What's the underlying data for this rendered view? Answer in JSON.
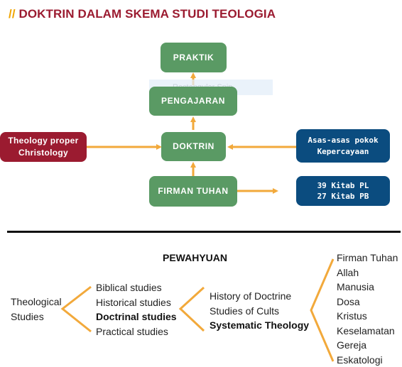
{
  "title": {
    "prefix": "//",
    "text": "DOKTRIN DALAM SKEMA STUDI TEOLOGIA"
  },
  "boxes": {
    "praktik": "PRAKTIK",
    "pengajaran": "PENGAJARAN",
    "doktrin": "DOKTRIN",
    "firman": "FIRMAN TUHAN",
    "theology_line1": "Theology proper",
    "theology_line2": "Christology",
    "asas_line1": "Asas-asas pokok",
    "asas_line2": "Kepercayaan",
    "kitab_line1": "39 Kitab PL",
    "kitab_line2": "27 Kitab PB"
  },
  "ghost_label": "Rectangular Snip",
  "pewahyuan": "PEWAHYUAN",
  "theological_studies": [
    "Theological",
    "Studies"
  ],
  "studies_column": [
    "Biblical studies",
    "Historical studies",
    "Doctrinal studies",
    "Practical studies"
  ],
  "doctrine_column": [
    "History of Doctrine",
    "Studies of Cults",
    "Systematic Theology"
  ],
  "topics_column": [
    "Firman Tuhan",
    "Allah",
    "Manusia",
    "Dosa",
    "Kristus",
    "Keselamatan",
    "Gereja",
    "Eskatologi"
  ],
  "colors": {
    "accent_orange": "#f0a500",
    "title_red": "#9b1b30",
    "box_green": "#5a9a64",
    "box_blue": "#0b4c7f",
    "arrow_orange": "#f2a93b"
  }
}
